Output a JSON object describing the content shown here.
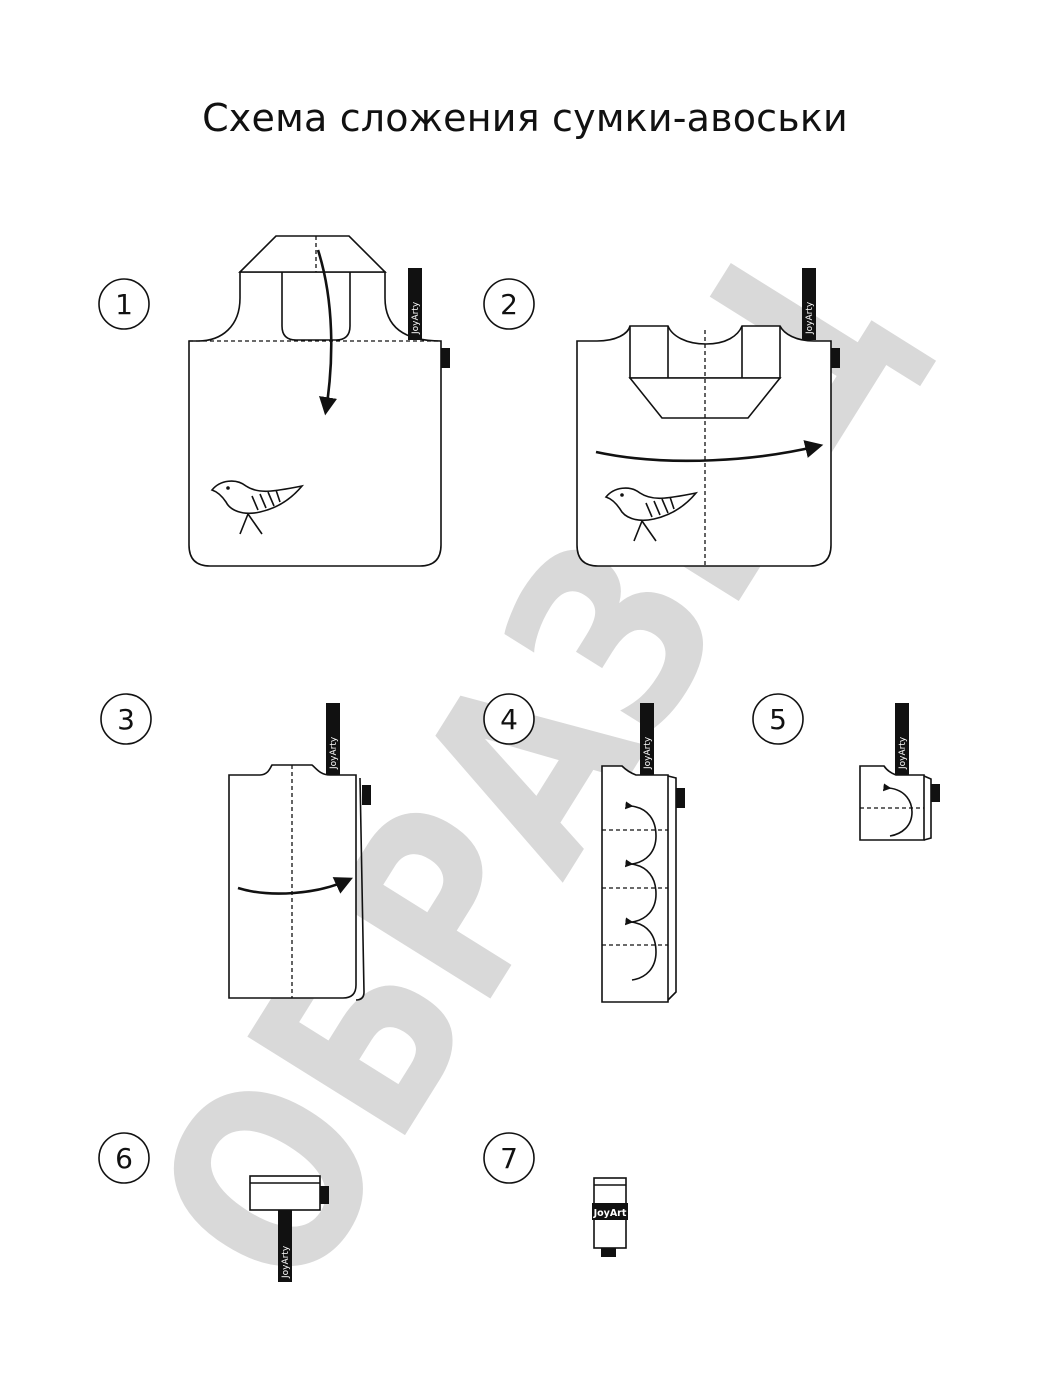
{
  "title": "Схема сложения сумки-авоськи",
  "steps": [
    {
      "number": "1"
    },
    {
      "number": "2"
    },
    {
      "number": "3"
    },
    {
      "number": "4"
    },
    {
      "number": "5"
    },
    {
      "number": "6"
    },
    {
      "number": "7"
    }
  ],
  "tag_label": "JoyArty",
  "tag_label_short": "JoyArt",
  "watermark": "ОБРАЗЕЦ",
  "colors": {
    "line": "#111111",
    "watermark": "#d9d9d9",
    "background": "#ffffff"
  }
}
